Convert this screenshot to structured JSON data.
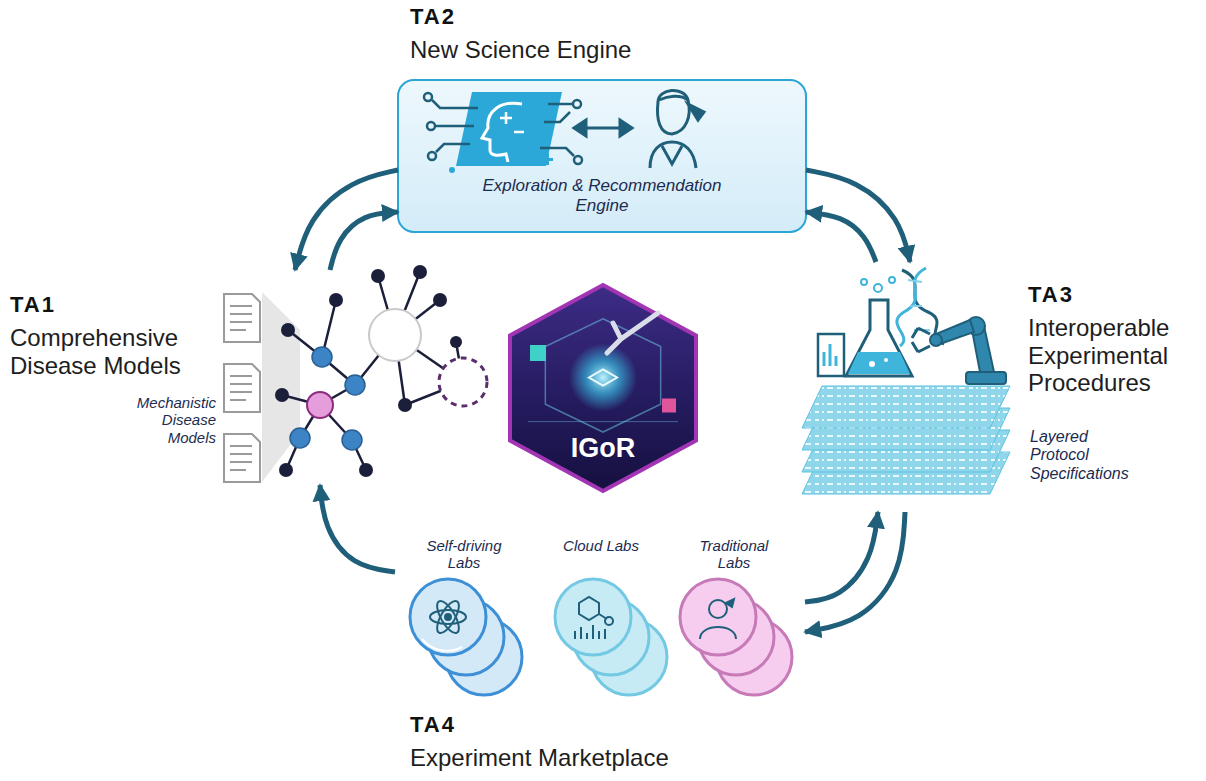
{
  "diagram": {
    "nodes": [
      {
        "text": [
          "TA2",
          "New Science Engine",
          "Exploration & Recommendation Engine"
        ]
      },
      {
        "text": [
          "TA1",
          "Comprehensive Disease Models",
          "Mechanistic Disease Models"
        ]
      },
      {
        "text": [
          "IGoR"
        ]
      },
      {
        "text": [
          "TA3",
          "Interoperable Experimental Procedures",
          "Layered Protocol Specifications"
        ]
      },
      {
        "text": [
          "TA4",
          "Experiment Marketplace"
        ]
      },
      {
        "text": [
          "Self-driving Labs"
        ],
        "in": 4
      },
      {
        "text": [
          "Cloud Labs"
        ],
        "in": 4
      },
      {
        "text": [
          "Traditional Labs"
        ],
        "in": 4
      }
    ],
    "edges": [
      {
        "from": 0,
        "to": 1,
        "arrow": "to"
      },
      {
        "from": 1,
        "to": 0,
        "arrow": "to"
      },
      {
        "from": 0,
        "to": 3,
        "arrow": "to"
      },
      {
        "from": 3,
        "to": 0,
        "arrow": "to"
      },
      {
        "from": 3,
        "to": 4,
        "arrow": "to"
      },
      {
        "from": 4,
        "to": 3,
        "arrow": "to"
      },
      {
        "from": 4,
        "to": 1,
        "arrow": "to"
      }
    ]
  }
}
